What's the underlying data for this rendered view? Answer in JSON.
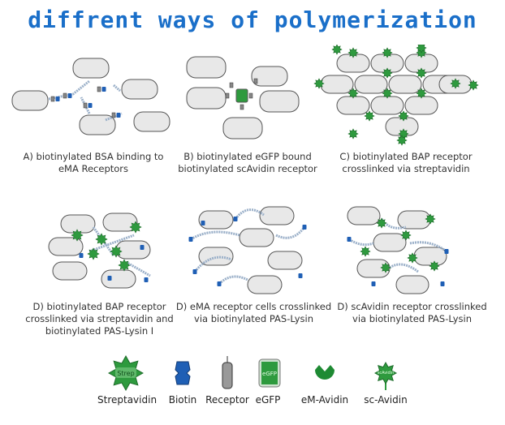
{
  "title": "diffrent ways of polymerization",
  "panels": [
    {
      "caption": [
        "A) biotinylated BSA binding to",
        "eMA Receptors"
      ]
    },
    {
      "caption": [
        "B) biotinylated eGFP bound",
        "biotinylated scAvidin receptor"
      ]
    },
    {
      "caption": [
        "C) biotinylated BAP receptor",
        "crosslinked via streptavidin"
      ]
    },
    {
      "caption": [
        "D) biotinylated BAP receptor",
        "crosslinked via streptavidin and",
        "biotinylated PAS-Lysin I"
      ]
    },
    {
      "caption": [
        "D) eMA receptor cells crosslinked",
        "via biotinylated PAS-Lysin"
      ]
    },
    {
      "caption": [
        "D) scAvidin receptor crosslinked",
        "via biotinylated PAS-Lysin"
      ]
    }
  ],
  "legend": {
    "streptavidin": {
      "label": "Streptavidin",
      "inner": "Strep"
    },
    "biotin": {
      "label": "Biotin"
    },
    "receptor": {
      "label": "Receptor"
    },
    "egfp": {
      "label": "eGFP",
      "inner": "eGFP"
    },
    "em_avidin": {
      "label": "eM-Avidin"
    },
    "sc_avidin": {
      "label": "sc-Avidin",
      "inner": "scAvidin"
    }
  },
  "colors": {
    "title": "#1a6fc9",
    "green": "#2e9a3e",
    "blue": "#1f5fb5",
    "cell": "#e8e8e8"
  }
}
